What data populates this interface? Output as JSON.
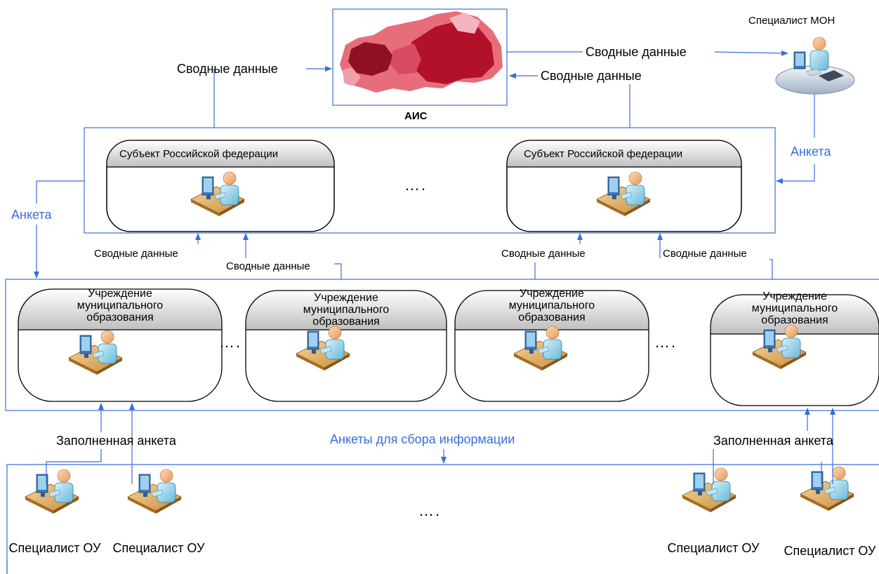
{
  "colors": {
    "line": "#3a6fd8",
    "accent_text": "#3a6fd8"
  },
  "top": {
    "ais_label": "АИС",
    "map_icon": "russia-map-icon",
    "ministry_specialist_label": "Специалист МОН",
    "summary_left": "Сводные данные",
    "summary_right_top": "Сводные данные",
    "summary_right_bottom": "Сводные данные",
    "survey_right": "Анкета"
  },
  "regions": {
    "survey_left": "Анкета",
    "items": [
      {
        "title": "Субъект Российской федерации"
      },
      {
        "title": "Субъект Российской федерации"
      }
    ],
    "ellipsis": "…."
  },
  "between": {
    "summaries": [
      "Сводные данные",
      "Сводные данные",
      "Сводные данные",
      "Сводные данные"
    ]
  },
  "municipal": {
    "items": [
      {
        "title": "Учреждение муниципального образования"
      },
      {
        "title": "Учреждение муниципального образования"
      },
      {
        "title": "Учреждение муниципального образования"
      },
      {
        "title": "Учреждение муниципального образования"
      }
    ],
    "ellipsis": "…."
  },
  "bottom": {
    "filled_left": "Заполненная анкета",
    "filled_right": "Заполненная анкета",
    "forms_label": "Анкеты для сбора информации",
    "ellipsis": "….",
    "specialist_label": "Специалист ОУ"
  }
}
